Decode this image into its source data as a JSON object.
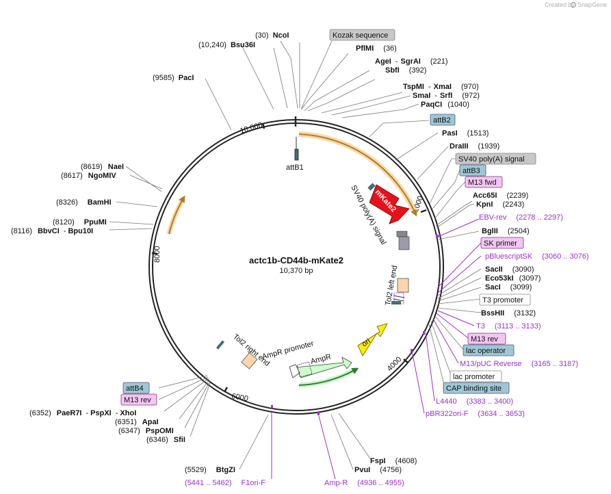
{
  "credit": "Created by",
  "brand": "SnapGene",
  "plasmid": {
    "name": "actc1b-CD44b-mKate2",
    "size": "10,370 bp"
  },
  "ruler": [
    "10,000",
    "2000",
    "4000",
    "6000",
    "8000"
  ],
  "sites": {
    "ncoI": {
      "pos": "(30)",
      "name": "NcoI"
    },
    "bsu36I": {
      "pos": "(10,240)",
      "name": "Bsu36I"
    },
    "pacI": {
      "pos": "(9585)",
      "name": "PacI"
    },
    "pflMI": {
      "name": "PflMI",
      "pos": "(36)"
    },
    "ageI": {
      "name": "AgeI",
      "sep": "-",
      "name2": "SgrAI",
      "pos": "(221)"
    },
    "sbfI": {
      "name": "SbfI",
      "pos": "(392)"
    },
    "tspMI": {
      "name": "TspMI",
      "sep": "-",
      "name2": "XmaI",
      "pos": "(970)"
    },
    "smaI": {
      "name": "SmaI",
      "sep": "-",
      "name2": "SrfI",
      "pos": "(972)"
    },
    "paqCI": {
      "name": "PaqCI",
      "pos": "(1040)"
    },
    "pasI": {
      "name": "PasI",
      "pos": "(1513)"
    },
    "draIII": {
      "name": "DraIII",
      "pos": "(1939)"
    },
    "acc65I": {
      "name": "Acc65I",
      "pos": "(2239)"
    },
    "kpnI": {
      "name": "KpnI",
      "pos": "(2243)"
    },
    "bglII": {
      "name": "BglII",
      "pos": "(2504)"
    },
    "sacII": {
      "name": "SacII",
      "pos": "(3090)"
    },
    "eco53kI": {
      "name": "Eco53kI",
      "pos": "(3097)"
    },
    "sacI": {
      "name": "SacI",
      "pos": "(3099)"
    },
    "bssHII": {
      "name": "BssHII",
      "pos": "(3132)"
    },
    "fspI": {
      "name": "FspI",
      "pos": "(4608)"
    },
    "pvuI": {
      "name": "PvuI",
      "pos": "(4756)"
    },
    "btgZI": {
      "pos": "(5529)",
      "name": "BtgZI"
    },
    "naeI": {
      "pos": "(8619)",
      "name": "NaeI"
    },
    "ngoMIV": {
      "pos": "(8617)",
      "name": "NgoMIV"
    },
    "bamHI": {
      "pos": "(8326)",
      "name": "BamHI"
    },
    "ppuMI": {
      "pos": "(8120)",
      "name": "PpuMI"
    },
    "bbvCI": {
      "pos": "(8116)",
      "name": "BbvCI",
      "sep": "-",
      "name2": "Bpu10I"
    },
    "paeR7I": {
      "pos": "(6352)",
      "name": "PaeR7I",
      "sep": "-",
      "name2": "PspXI",
      "sep2": "-",
      "name3": "XhoI"
    },
    "apaI": {
      "pos": "(6351)",
      "name": "ApaI"
    },
    "pspOMI": {
      "pos": "(6347)",
      "name": "PspOMI"
    },
    "sfiI": {
      "pos": "(6346)",
      "name": "SfiI"
    }
  },
  "features_boxed": {
    "kozak": "Kozak sequence",
    "attB2": "attB2",
    "sv40": "SV40 poly(A) signal",
    "attB3": "attB3",
    "m13fwd": "M13 fwd",
    "skPrimer": "SK primer",
    "t3promoter": "T3 promoter",
    "m13rev": "M13 rev",
    "lacOperator": "lac operator",
    "lacPromoter": "lac promoter",
    "cap": "CAP binding site",
    "attB4": "attB4",
    "m13revLeft": "M13 rev"
  },
  "primers": {
    "ebvRev": {
      "name": "EBV-rev",
      "range": "(2278 .. 2297)"
    },
    "pBluescriptSK": {
      "name": "pBluescriptSK",
      "range": "(3060 .. 3076)"
    },
    "t3": {
      "name": "T3",
      "range": "(3113 .. 3133)"
    },
    "m13puc": {
      "name": "M13/pUC Reverse",
      "range": "(3165 .. 3187)"
    },
    "l4440": {
      "name": "L4440",
      "range": "(3383 .. 3400)"
    },
    "pBR322": {
      "name": "pBR322ori-F",
      "range": "(3634 .. 3653)"
    },
    "f1ori": {
      "range": "(5441 .. 5462)",
      "name": "F1ori-F"
    },
    "ampR": {
      "name": "Amp-R",
      "range": "(4936 .. 4955)"
    }
  },
  "inner": {
    "attB1": "attB1",
    "mKate2": "mKate2",
    "sv40inner": "SV40 poly(A) signal",
    "tol2left": "Tol2 left end",
    "ori": "ori",
    "ampR": "AmpR",
    "ampRpromoter": "AmpR promoter",
    "tol2right": "Tol2 right end"
  },
  "colors": {
    "mKate2": "#e8101a",
    "ori": "#ffee00",
    "ampR": "#ccffcc",
    "featureBox": "#c8c8c8",
    "attBox": "#9ec7d6",
    "m13Box": "#f2c6f2",
    "primer": "#9b30d0",
    "orf": "#f0b040"
  }
}
